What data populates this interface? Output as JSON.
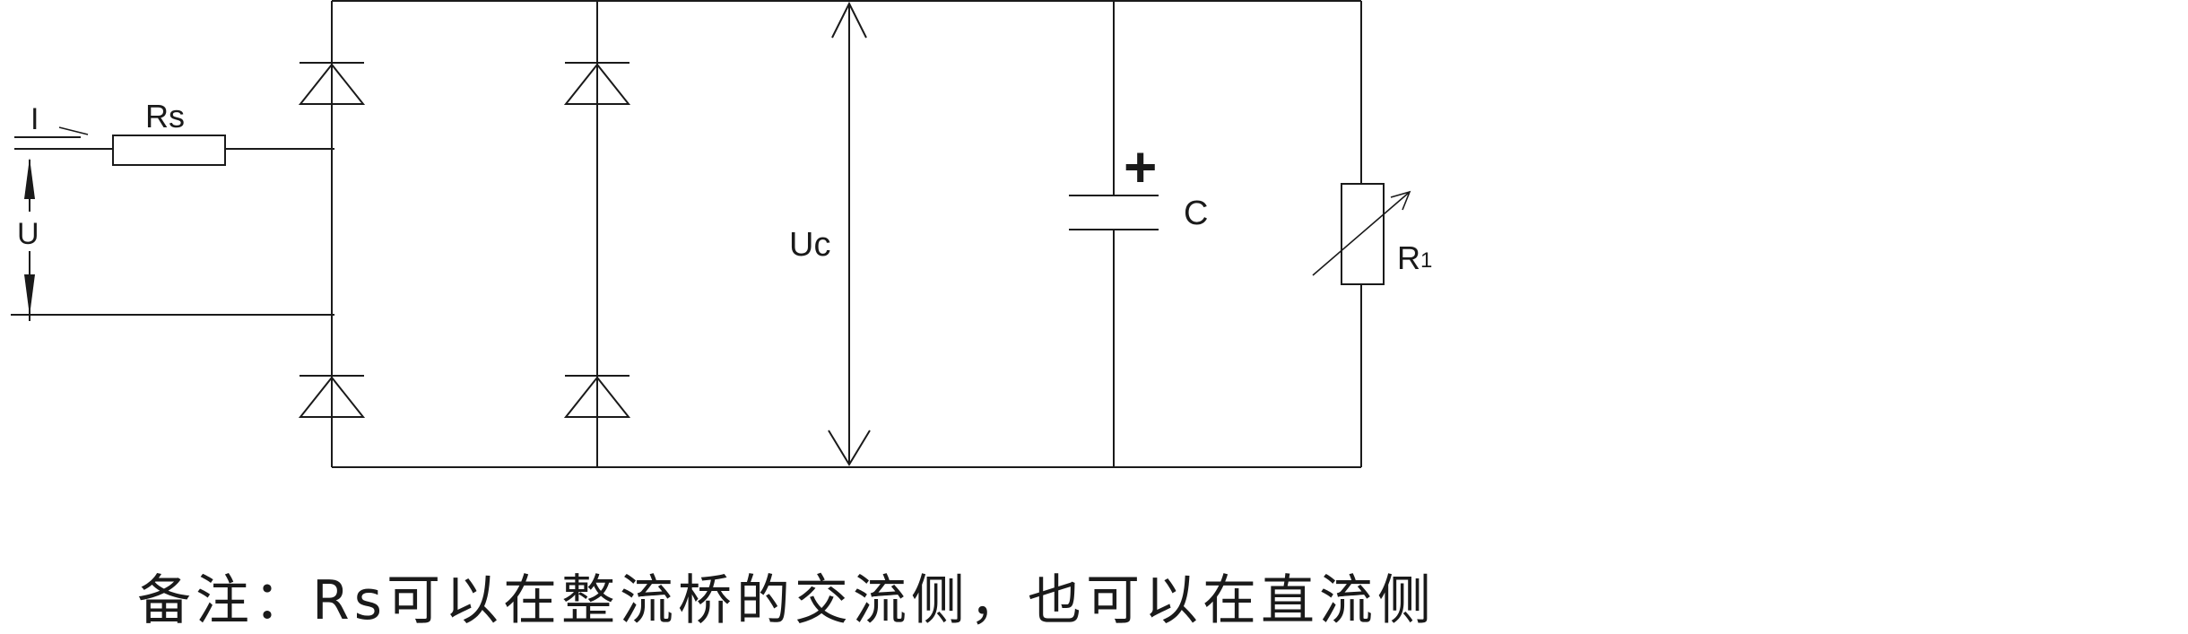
{
  "labels": {
    "current": "I",
    "series_resistor": "Rs",
    "voltage": "U",
    "capacitor_voltage": "Uc",
    "capacitor_polarity": "+",
    "capacitor": "C",
    "load_resistor_letter": "R",
    "load_resistor_subscript": "1"
  },
  "note": "备注：Rs可以在整流桥的交流侧，也可以在直流侧"
}
